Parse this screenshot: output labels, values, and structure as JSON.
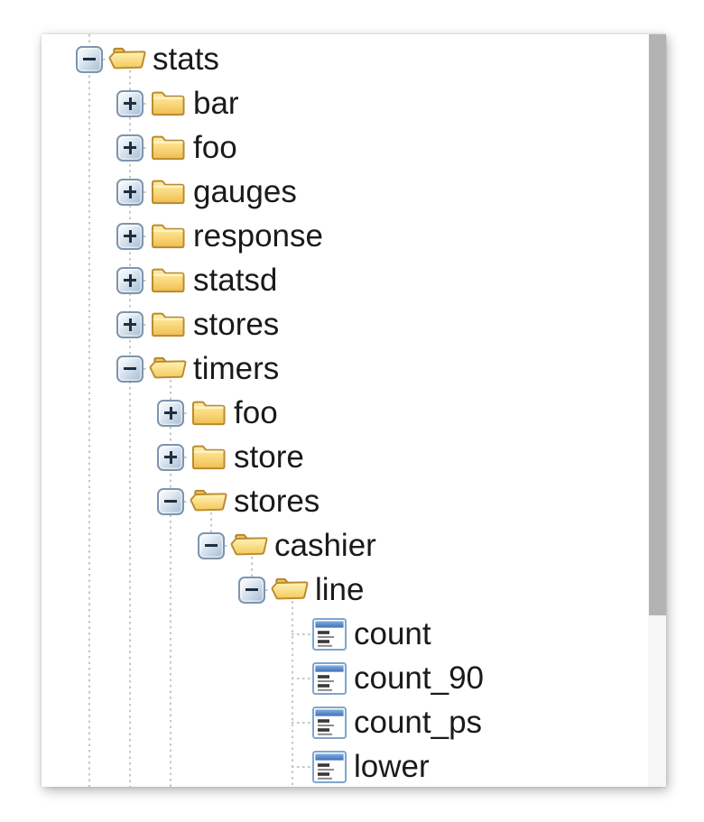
{
  "panel": {
    "kind": "metrics-tree-browser",
    "background": "#ffffff"
  },
  "tree": {
    "rows": [
      {
        "label": "stats",
        "depth": 0,
        "icon": "folder-open-icon",
        "expander": "minus",
        "expanded": true
      },
      {
        "label": "bar",
        "depth": 1,
        "icon": "folder-closed-icon",
        "expander": "plus",
        "expanded": false
      },
      {
        "label": "foo",
        "depth": 1,
        "icon": "folder-closed-icon",
        "expander": "plus",
        "expanded": false
      },
      {
        "label": "gauges",
        "depth": 1,
        "icon": "folder-closed-icon",
        "expander": "plus",
        "expanded": false
      },
      {
        "label": "response",
        "depth": 1,
        "icon": "folder-closed-icon",
        "expander": "plus",
        "expanded": false
      },
      {
        "label": "statsd",
        "depth": 1,
        "icon": "folder-closed-icon",
        "expander": "plus",
        "expanded": false
      },
      {
        "label": "stores",
        "depth": 1,
        "icon": "folder-closed-icon",
        "expander": "plus",
        "expanded": false
      },
      {
        "label": "timers",
        "depth": 1,
        "icon": "folder-open-icon",
        "expander": "minus",
        "expanded": true
      },
      {
        "label": "foo",
        "depth": 2,
        "icon": "folder-closed-icon",
        "expander": "plus",
        "expanded": false
      },
      {
        "label": "store",
        "depth": 2,
        "icon": "folder-closed-icon",
        "expander": "plus",
        "expanded": false
      },
      {
        "label": "stores",
        "depth": 2,
        "icon": "folder-open-icon",
        "expander": "minus",
        "expanded": true
      },
      {
        "label": "cashier",
        "depth": 3,
        "icon": "folder-open-icon",
        "expander": "minus",
        "expanded": true
      },
      {
        "label": "line",
        "depth": 4,
        "icon": "folder-open-icon",
        "expander": "minus",
        "expanded": true
      },
      {
        "label": "count",
        "depth": 5,
        "icon": "leaf-icon",
        "expander": "none",
        "expanded": false
      },
      {
        "label": "count_90",
        "depth": 5,
        "icon": "leaf-icon",
        "expander": "none",
        "expanded": false
      },
      {
        "label": "count_ps",
        "depth": 5,
        "icon": "leaf-icon",
        "expander": "none",
        "expanded": false
      },
      {
        "label": "lower",
        "depth": 5,
        "icon": "leaf-icon",
        "expander": "none",
        "expanded": false
      }
    ]
  },
  "scrollbar": {
    "orientation": "vertical",
    "thumb_color": "#b3b3b3",
    "track_color": "#f6f6f6"
  },
  "colors": {
    "text": "#1a1a1a",
    "guide_dots": "#c6c6c6",
    "folder_fill_top": "#FDE9A0",
    "folder_fill_bottom": "#F3C45C",
    "folder_border": "#BA8A2E",
    "expander_border": "#7d95ae",
    "expander_glyph": "#1e2f42",
    "leaf_titlebar": "#4273B8",
    "leaf_border": "#7FA5CF"
  }
}
